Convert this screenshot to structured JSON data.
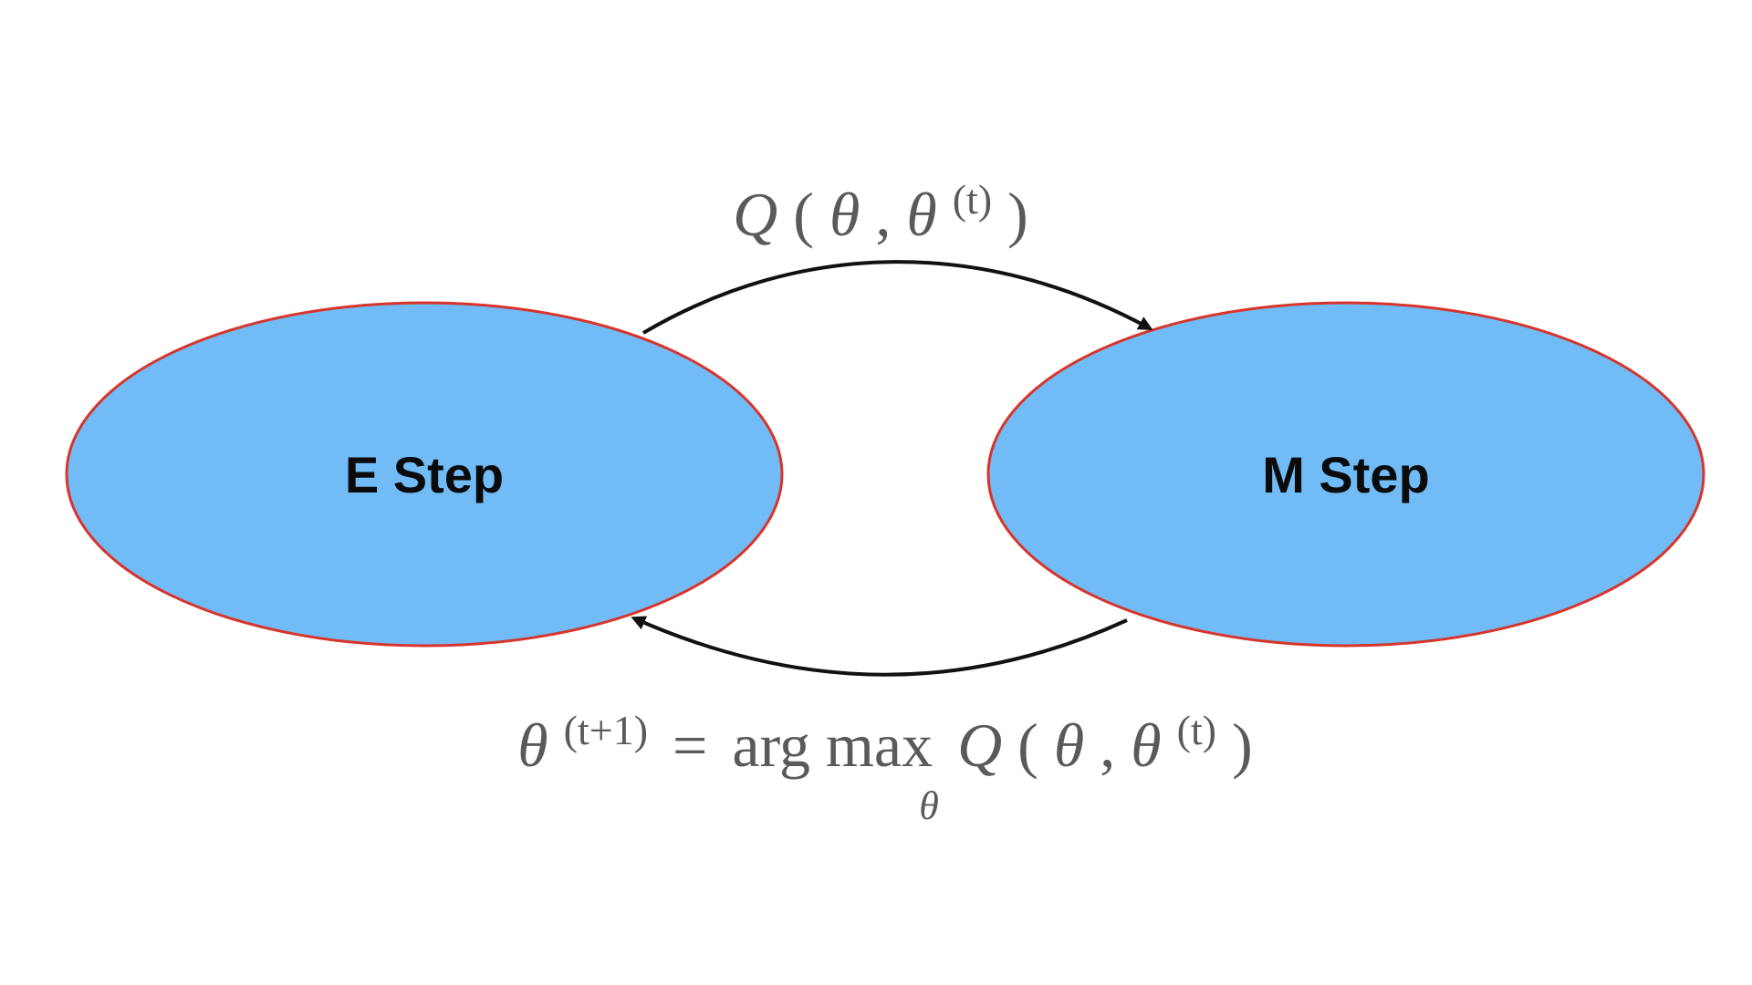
{
  "diagram": {
    "nodes": [
      {
        "id": "e_step",
        "label": "E Step"
      },
      {
        "id": "m_step",
        "label": "M Step"
      }
    ],
    "edges": [
      {
        "from": "e_step",
        "to": "m_step",
        "label_parts": {
          "Q": "Q",
          "open": "(",
          "theta": "θ",
          "comma": ",",
          "theta2": "θ",
          "sup": "(t)",
          "close": ")"
        }
      },
      {
        "from": "m_step",
        "to": "e_step",
        "label_parts": {
          "theta": "θ",
          "sup": "(t+1)",
          "eq": "=",
          "argmax": "arg max",
          "sub": "θ",
          "Q": "Q",
          "open": "(",
          "theta_a": "θ",
          "comma": ",",
          "theta_b": "θ",
          "sup2": "(t)",
          "close": ")"
        }
      }
    ],
    "colors": {
      "node_fill": "#71BBF7",
      "node_border": "#D8342A",
      "arrow": "#111111",
      "label_text": "#5a5a5a"
    }
  }
}
